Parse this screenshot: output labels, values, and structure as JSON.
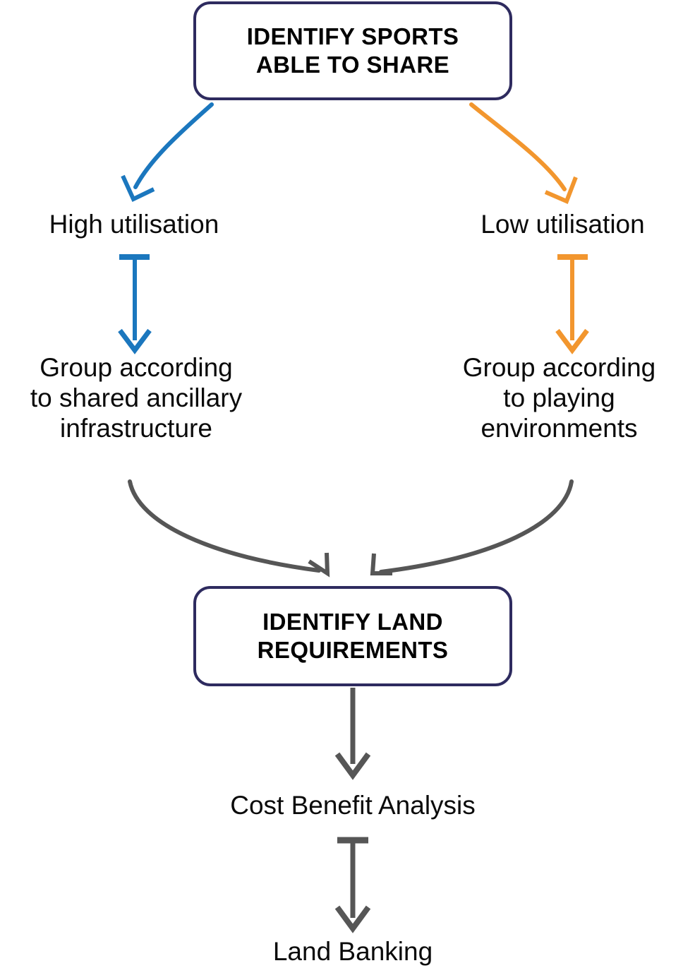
{
  "diagram": {
    "title_node_top": "IDENTIFY SPORTS\nABLE TO SHARE",
    "title_node_mid": "IDENTIFY LAND\nREQUIREMENTS",
    "branch_left_label": "High utilisation",
    "branch_right_label": "Low utilisation",
    "group_left_label": "Group according\nto shared ancillary\ninfrastructure",
    "group_right_label": "Group according\nto playing\nenvironments",
    "step_cost_benefit": "Cost Benefit Analysis",
    "step_land_banking": "Land Banking",
    "colors": {
      "box_border": "#2E2B5F",
      "branch_left": "#1B77BE",
      "branch_right": "#F2962E",
      "flow_gray": "#565656",
      "text": "#000000",
      "background": "#FFFFFF"
    },
    "arrows": [
      {
        "name": "arrow-sports-to-high",
        "color": "#1B77BE",
        "from": "IDENTIFY SPORTS ABLE TO SHARE",
        "to": "High utilisation",
        "style": "curved"
      },
      {
        "name": "arrow-sports-to-low",
        "color": "#F2962E",
        "from": "IDENTIFY SPORTS ABLE TO SHARE",
        "to": "Low utilisation",
        "style": "curved"
      },
      {
        "name": "arrow-high-to-group-ancillary",
        "color": "#1B77BE",
        "from": "High utilisation",
        "to": "Group according to shared ancillary infrastructure",
        "style": "straight-tbar"
      },
      {
        "name": "arrow-low-to-group-playing",
        "color": "#F2962E",
        "from": "Low utilisation",
        "to": "Group according to playing environments",
        "style": "straight-tbar"
      },
      {
        "name": "arrow-group-ancillary-to-land",
        "color": "#565656",
        "from": "Group according to shared ancillary infrastructure",
        "to": "IDENTIFY LAND REQUIREMENTS",
        "style": "curved"
      },
      {
        "name": "arrow-group-playing-to-land",
        "color": "#565656",
        "from": "Group according to playing environments",
        "to": "IDENTIFY LAND REQUIREMENTS",
        "style": "curved"
      },
      {
        "name": "arrow-land-to-cost-benefit",
        "color": "#565656",
        "from": "IDENTIFY LAND REQUIREMENTS",
        "to": "Cost Benefit Analysis",
        "style": "straight"
      },
      {
        "name": "arrow-cost-benefit-to-land-banking",
        "color": "#565656",
        "from": "Cost Benefit Analysis",
        "to": "Land Banking",
        "style": "straight-tbar"
      }
    ]
  }
}
